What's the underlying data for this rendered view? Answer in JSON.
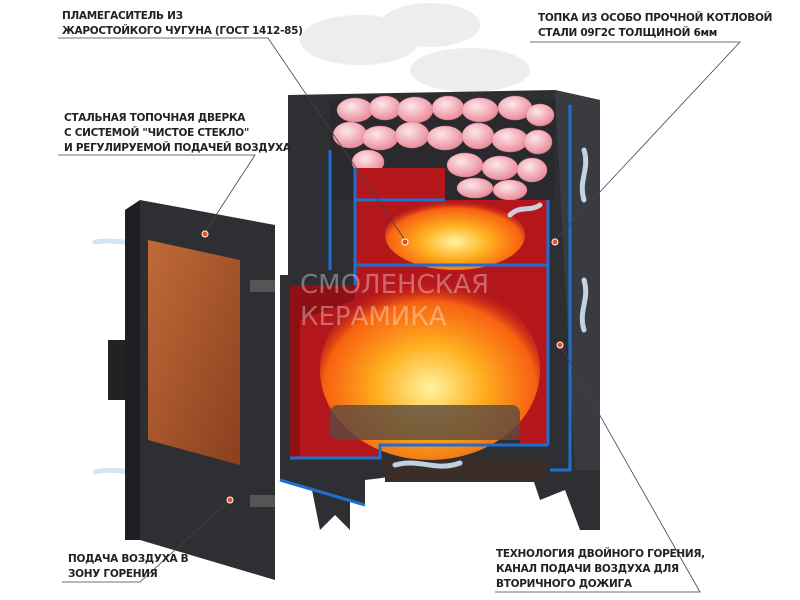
{
  "labels": {
    "flame_arrester": [
      "ПЛАМЕГАСИТЕЛЬ ИЗ",
      "ЖАРОСТОЙКОГО ЧУГУНА (ГОСТ 1412-85)"
    ],
    "firebox": [
      "ТОПКА ИЗ ОСОБО ПРОЧНОЙ КОТЛОВОЙ",
      "СТАЛИ 09Г2С ТОЛЩИНОЙ 6мм"
    ],
    "door": [
      "СТАЛЬНАЯ ТОПОЧНАЯ ДВЕРКА",
      "С СИСТЕМОЙ \"ЧИСТОЕ СТЕКЛО\"",
      "И РЕГУЛИРУЕМОЙ ПОДАЧЕЙ ВОЗДУХА"
    ],
    "air_supply": [
      "ПОДАЧА ВОЗДУХА В",
      "ЗОНУ ГОРЕНИЯ"
    ],
    "double_combustion": [
      "ТЕХНОЛОГИЯ ДВОЙНОГО ГОРЕНИЯ,",
      "КАНАЛ ПОДАЧИ ВОЗДУХА ДЛЯ",
      "ВТОРИЧНОГО ДОЖИГА"
    ]
  },
  "watermark": [
    "СМОЛЕНСКАЯ",
    "КЕРАМИКА"
  ],
  "colors": {
    "body": "#2e2f33",
    "firebox": "#b3161b",
    "channel": "#1f6fd1",
    "glass": "#a8542a",
    "stone": "#f1a3ae",
    "flame": "#ff8a10",
    "dot": "#f04a1a"
  }
}
